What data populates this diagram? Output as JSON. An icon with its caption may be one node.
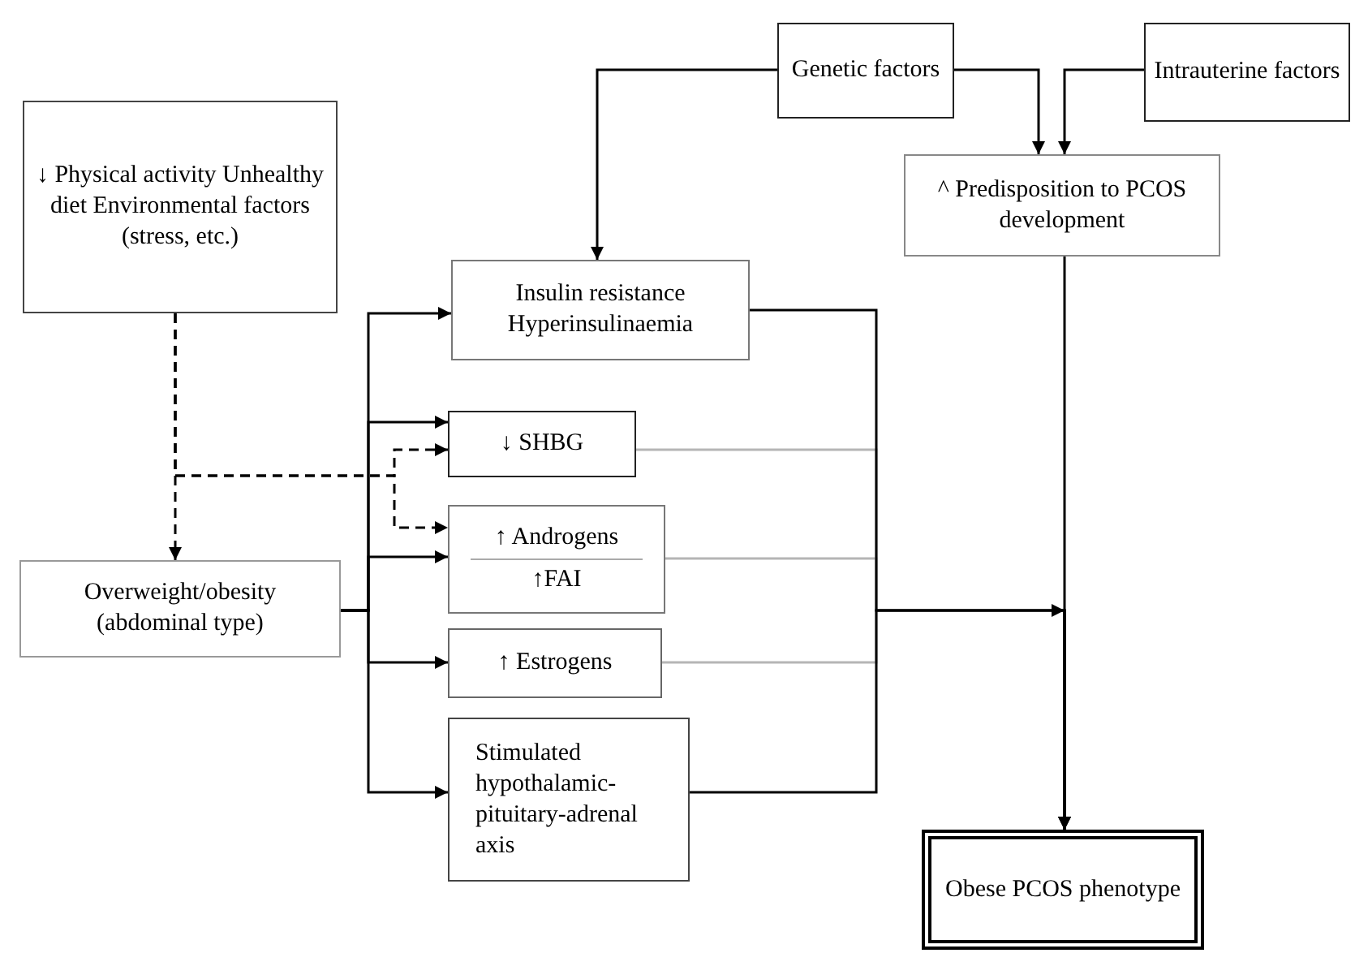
{
  "diagram": {
    "nodes": [
      {
        "text": [
          "↓ Physical activity Unhealthy diet Environmental factors (stress, etc.)"
        ]
      },
      {
        "text": [
          "Genetic factors"
        ]
      },
      {
        "text": [
          "Intrauterine factors"
        ]
      },
      {
        "text": [
          "^ Predisposition to PCOS development"
        ]
      },
      {
        "text": [
          "Insulin resistance Hyperinsulinaemia"
        ]
      },
      {
        "text": [
          "↓ SHBG"
        ]
      },
      {
        "text": [
          "↑ Androgens",
          "↑FAI"
        ]
      },
      {
        "text": [
          "↑ Estrogens"
        ]
      },
      {
        "text": [
          "Stimulated hypothalamic-pituitary-adrenal axis"
        ]
      },
      {
        "text": [
          "Overweight/obesity (abdominal type)"
        ]
      },
      {
        "text": [
          "Obese PCOS phenotype"
        ]
      }
    ],
    "edges": [
      {
        "from": 1,
        "to": 4,
        "arrow": "to"
      },
      {
        "from": 1,
        "to": 3,
        "arrow": "to"
      },
      {
        "from": 2,
        "to": 3,
        "arrow": "to"
      },
      {
        "from": 0,
        "to": 9,
        "arrow": "to",
        "style": "dashed"
      },
      {
        "from": 0,
        "to": 5,
        "arrow": "to",
        "style": "dashed"
      },
      {
        "from": 0,
        "to": 6,
        "arrow": "to",
        "style": "dashed"
      },
      {
        "from": 9,
        "to": 4,
        "arrow": "to"
      },
      {
        "from": 9,
        "to": 5,
        "arrow": "to"
      },
      {
        "from": 9,
        "to": 6,
        "arrow": "to"
      },
      {
        "from": 9,
        "to": 7,
        "arrow": "to"
      },
      {
        "from": 9,
        "to": 8,
        "arrow": "to"
      },
      {
        "from": 4,
        "to": 10,
        "arrow": "to"
      },
      {
        "from": 5,
        "to": 10,
        "arrow": "to",
        "color": "#b5b5b5"
      },
      {
        "from": 6,
        "to": 10,
        "arrow": "to",
        "color": "#b5b5b5"
      },
      {
        "from": 7,
        "to": 10,
        "arrow": "to",
        "color": "#b5b5b5"
      },
      {
        "from": 8,
        "to": 10,
        "arrow": "to"
      },
      {
        "from": 3,
        "to": 10,
        "arrow": "to"
      }
    ]
  }
}
